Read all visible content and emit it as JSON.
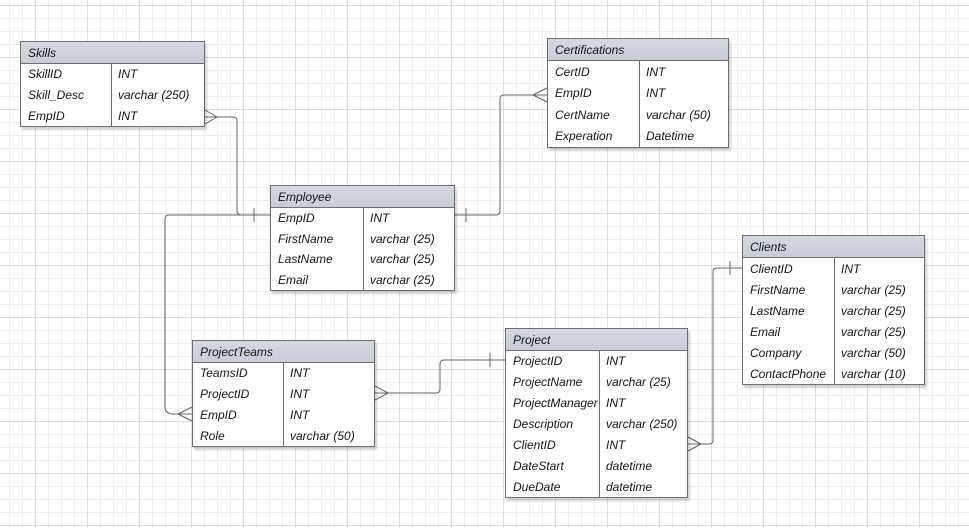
{
  "diagram": {
    "type": "entity-relationship",
    "entities": [
      {
        "name": "Skills",
        "fields": [
          {
            "name": "SkillID",
            "type": "INT"
          },
          {
            "name": "Skill_Desc",
            "type": "varchar (250)"
          },
          {
            "name": "EmpID",
            "type": "INT"
          }
        ]
      },
      {
        "name": "Certifications",
        "fields": [
          {
            "name": "CertID",
            "type": "INT"
          },
          {
            "name": "EmpID",
            "type": "INT"
          },
          {
            "name": "CertName",
            "type": "varchar (50)"
          },
          {
            "name": "Experation",
            "type": "Datetime"
          }
        ]
      },
      {
        "name": "Employee",
        "fields": [
          {
            "name": "EmpID",
            "type": "INT"
          },
          {
            "name": "FirstName",
            "type": "varchar (25)"
          },
          {
            "name": "LastName",
            "type": "varchar (25)"
          },
          {
            "name": "Email",
            "type": "varchar (25)"
          }
        ]
      },
      {
        "name": "ProjectTeams",
        "fields": [
          {
            "name": "TeamsID",
            "type": "INT"
          },
          {
            "name": "ProjectID",
            "type": "INT"
          },
          {
            "name": "EmpID",
            "type": "INT"
          },
          {
            "name": "Role",
            "type": "varchar (50)"
          }
        ]
      },
      {
        "name": "Project",
        "fields": [
          {
            "name": "ProjectID",
            "type": "INT"
          },
          {
            "name": "ProjectName",
            "type": "varchar (25)"
          },
          {
            "name": "ProjectManager",
            "type": "INT"
          },
          {
            "name": "Description",
            "type": "varchar (250)"
          },
          {
            "name": "ClientID",
            "type": "INT"
          },
          {
            "name": "DateStart",
            "type": "datetime"
          },
          {
            "name": "DueDate",
            "type": "datetime"
          }
        ]
      },
      {
        "name": "Clients",
        "fields": [
          {
            "name": "ClientID",
            "type": "INT"
          },
          {
            "name": "FirstName",
            "type": "varchar (25)"
          },
          {
            "name": "LastName",
            "type": "varchar (25)"
          },
          {
            "name": "Email",
            "type": "varchar (25)"
          },
          {
            "name": "Company",
            "type": "varchar (50)"
          },
          {
            "name": "ContactPhone",
            "type": "varchar (10)"
          }
        ]
      }
    ],
    "relationships": [
      {
        "from": "Skills.EmpID",
        "from_cardinality": "many",
        "to": "Employee.EmpID",
        "to_cardinality": "one"
      },
      {
        "from": "Certifications.EmpID",
        "from_cardinality": "many",
        "to": "Employee.EmpID",
        "to_cardinality": "one"
      },
      {
        "from": "ProjectTeams.EmpID",
        "from_cardinality": "many",
        "to": "Employee.EmpID",
        "to_cardinality": "one"
      },
      {
        "from": "ProjectTeams.ProjectID",
        "from_cardinality": "many",
        "to": "Project.ProjectID",
        "to_cardinality": "one"
      },
      {
        "from": "Project.ClientID",
        "from_cardinality": "many",
        "to": "Clients.ClientID",
        "to_cardinality": "one"
      }
    ],
    "colors": {
      "header_fill": "#ccd1dc",
      "entity_border": "#6e6e6e",
      "connector": "#646464",
      "background": "#ffffff",
      "grid_minor": "#eeeeee",
      "grid_major": "#dddddd"
    }
  }
}
